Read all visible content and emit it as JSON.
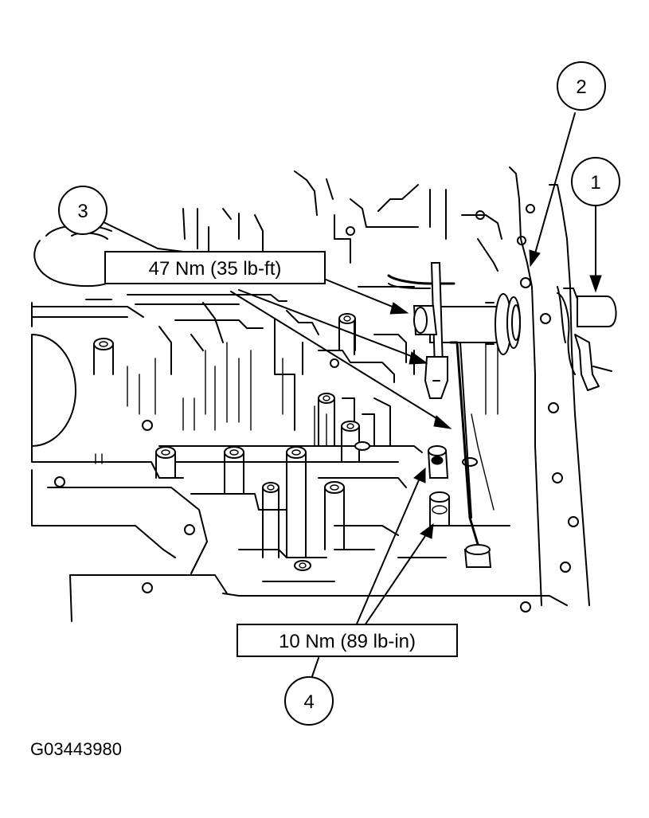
{
  "callouts": {
    "c1": "1",
    "c2": "2",
    "c3": "3",
    "c4": "4"
  },
  "torque": {
    "upper": "47 Nm (35 lb-ft)",
    "lower": "10 Nm (89 lb-in)"
  },
  "figure_id": "G03443980"
}
